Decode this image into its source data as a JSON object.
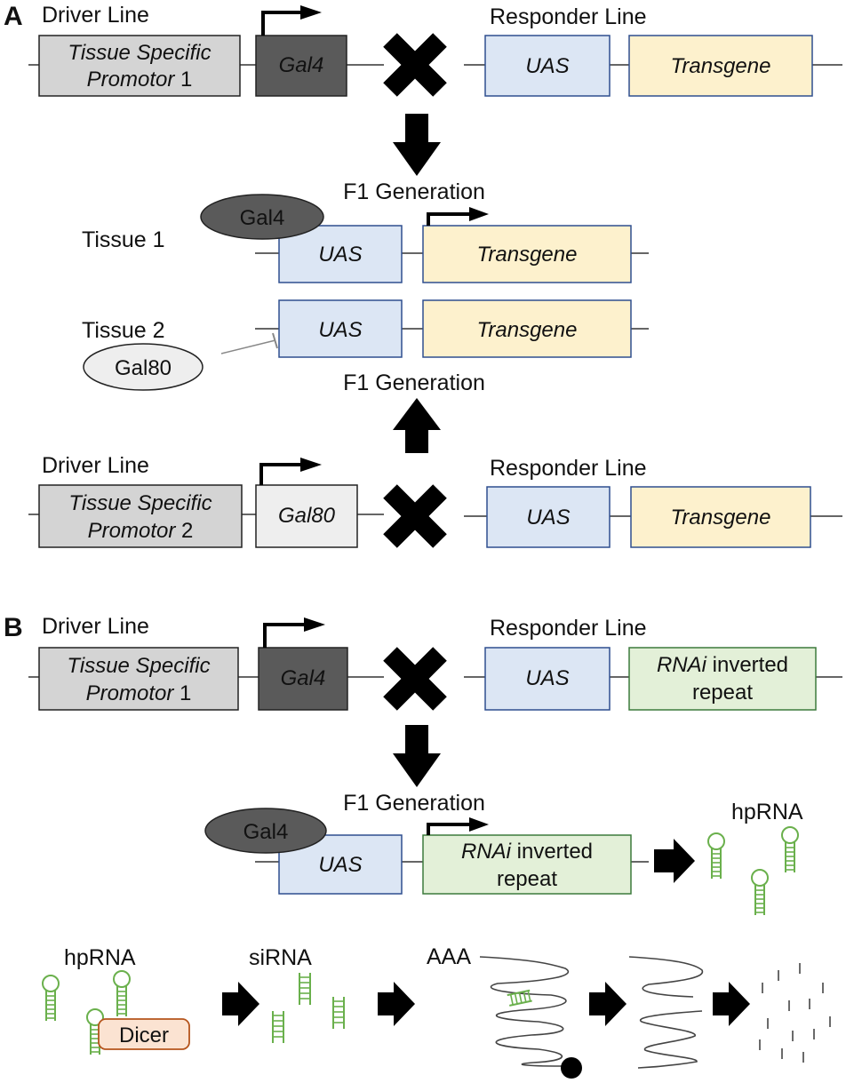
{
  "panels": {
    "a": "A",
    "b": "B"
  },
  "labels": {
    "driver_line": "Driver Line",
    "responder_line": "Responder Line",
    "f1_generation": "F1 Generation",
    "tissue_1": "Tissue 1",
    "tissue_2": "Tissue 2",
    "hprna": "hpRNA",
    "sirna": "siRNA",
    "aaa": "AAA"
  },
  "boxes": {
    "tissue_specific": "Tissue Specific",
    "promotor": "Promotor",
    "promotor_1_num": " 1",
    "promotor_2_num": " 2",
    "gal4": "Gal4",
    "gal80": "Gal80",
    "uas": "UAS",
    "transgene": "Transgene",
    "rnai": "RNAi",
    "inverted": " inverted",
    "repeat": "repeat",
    "dicer": "Dicer"
  },
  "proteins": {
    "gal4": "Gal4",
    "gal80": "Gal80"
  },
  "colors": {
    "promotor_fill": "#d4d4d4",
    "gal4_fill": "#5a5a5a",
    "gal80_fill": "#eeeeee",
    "uas_fill": "#dce6f4",
    "uas_border": "#2f4f8f",
    "transgene_fill": "#fdf1cd",
    "rnai_fill": "#e3f0d8",
    "rnai_border": "#3c7a3c",
    "dicer_fill": "#fbe3d2",
    "dicer_border": "#b5541c",
    "rna_green": "#6ab04c"
  }
}
